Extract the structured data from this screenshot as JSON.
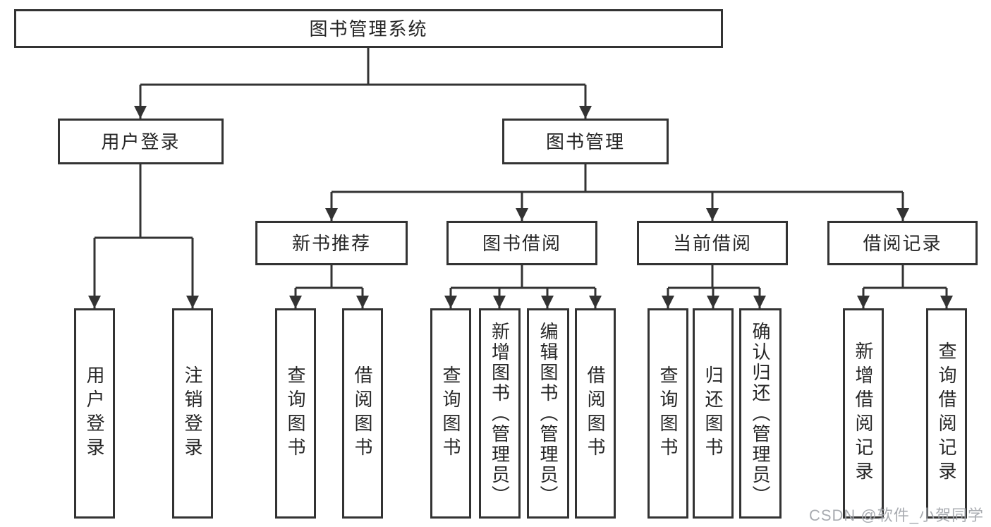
{
  "diagram": {
    "tree": {
      "label": "图书管理系统",
      "children": [
        {
          "label": "用户登录",
          "children": [
            {
              "label": "用户登录"
            },
            {
              "label": "注销登录"
            }
          ]
        },
        {
          "label": "图书管理",
          "children": [
            {
              "label": "新书推荐",
              "children": [
                {
                  "label": "查询图书"
                },
                {
                  "label": "借阅图书"
                }
              ]
            },
            {
              "label": "图书借阅",
              "children": [
                {
                  "label": "查询图书"
                },
                {
                  "label": "新增图书（管理员）"
                },
                {
                  "label": "编辑图书（管理员）"
                },
                {
                  "label": "借阅图书"
                }
              ]
            },
            {
              "label": "当前借阅",
              "children": [
                {
                  "label": "查询图书"
                },
                {
                  "label": "归还图书"
                },
                {
                  "label": "确认归还（管理员）"
                }
              ]
            },
            {
              "label": "借阅记录",
              "children": [
                {
                  "label": "新增借阅记录"
                },
                {
                  "label": "查询借阅记录"
                }
              ]
            }
          ]
        }
      ]
    }
  },
  "watermark": {
    "text": "CSDN @软件_小贺同学"
  },
  "colors": {
    "line": "#333333",
    "text": "#262626",
    "background": "#ffffff",
    "watermark": "#a4a8ad"
  }
}
